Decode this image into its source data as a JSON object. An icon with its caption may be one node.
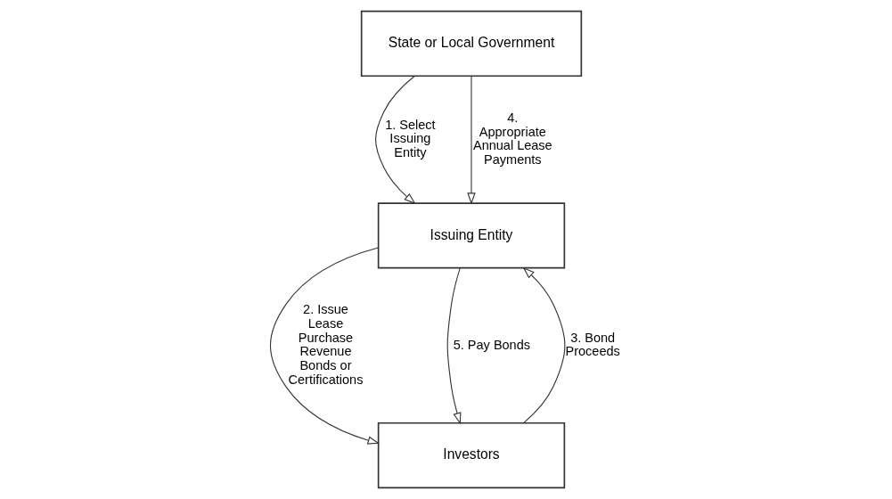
{
  "diagram": {
    "nodes": [
      {
        "text": [
          "State or Local Government"
        ]
      },
      {
        "text": [
          "Issuing Entity"
        ]
      },
      {
        "text": [
          "Investors"
        ]
      }
    ],
    "edges": [
      {
        "from": 0,
        "to": 1,
        "arrow": "to",
        "label": "1. Select Issuing Entity"
      },
      {
        "from": 1,
        "to": 2,
        "arrow": "to",
        "label": "2. Issue Lease Purchase Revenue Bonds or Certifications"
      },
      {
        "from": 2,
        "to": 1,
        "arrow": "to",
        "label": "3. Bond Proceeds"
      },
      {
        "from": 0,
        "to": 1,
        "arrow": "to",
        "label": "4. Appropriate Annual Lease Payments"
      },
      {
        "from": 1,
        "to": 2,
        "arrow": "to",
        "label": "5. Pay Bonds"
      }
    ]
  }
}
